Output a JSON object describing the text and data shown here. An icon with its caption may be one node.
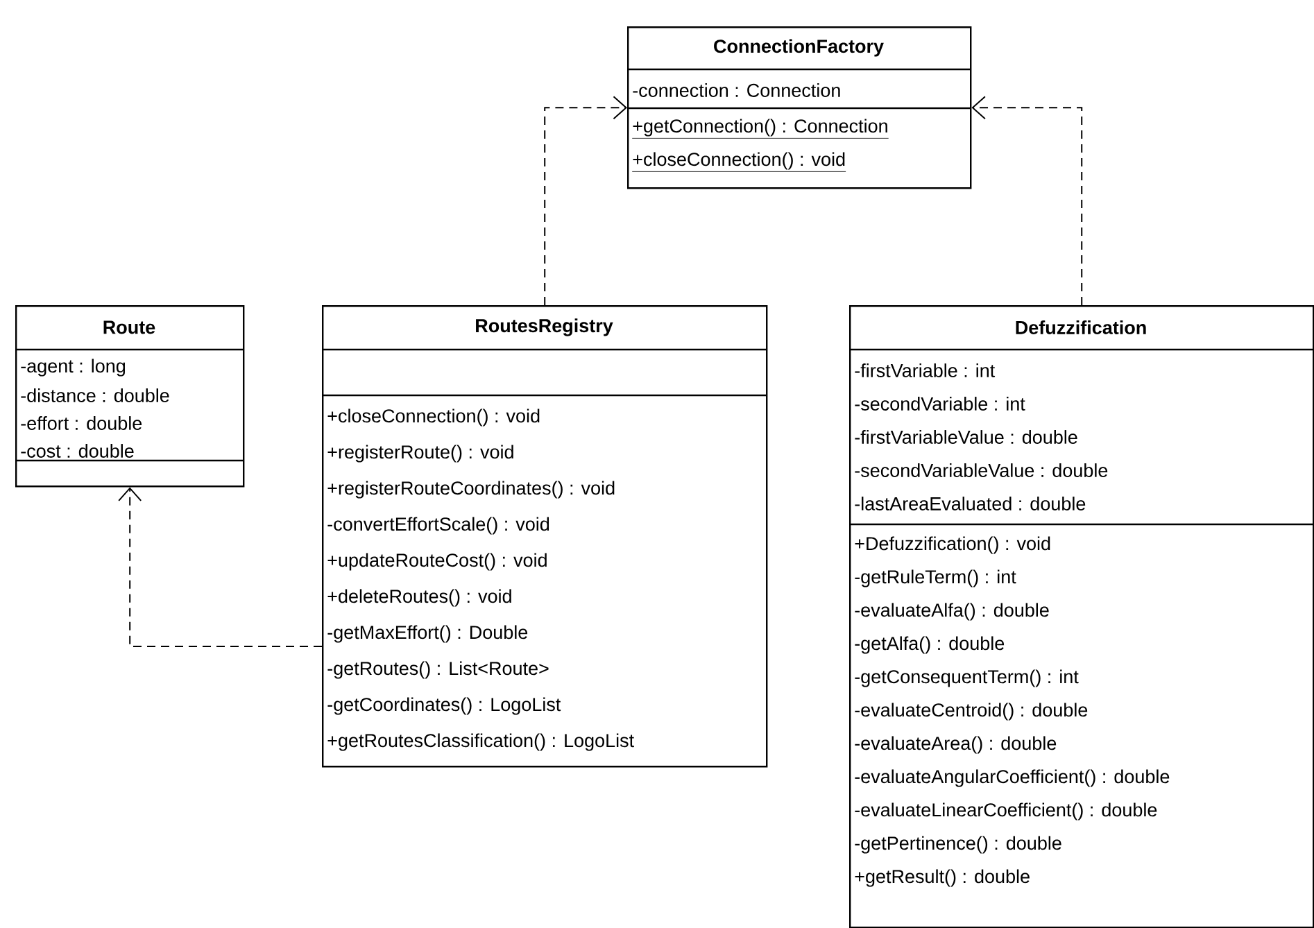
{
  "diagram": {
    "nodes": [
      {
        "text": [
          "ConnectionFactory",
          "-connection : Connection",
          "+getConnection() : Connection",
          "+closeConnection() : void"
        ]
      },
      {
        "text": [
          "Route",
          "-agent : long",
          "-distance : double",
          "-effort : double",
          "-cost : double"
        ]
      },
      {
        "text": [
          "RoutesRegistry",
          "+closeConnection() : void",
          "+registerRoute() : void",
          "+registerRouteCoordinates() : void",
          "-convertEffortScale() : void",
          "+updateRouteCost() : void",
          "+deleteRoutes() : void",
          "-getMaxEffort() : Double",
          "-getRoutes() : List<Route>",
          "-getCoordinates() : LogoList",
          "+getRoutesClassification() : LogoList"
        ]
      },
      {
        "text": [
          "Defuzzification",
          "-firstVariable : int",
          "-secondVariable : int",
          "-firstVariableValue : double",
          "-secondVariableValue : double",
          "-lastAreaEvaluated : double",
          "+Defuzzification() : void",
          "-getRuleTerm() : int",
          "-evaluateAlfa() : double",
          "-getAlfa() : double",
          "-getConsequentTerm() : int",
          "-evaluateCentroid() : double",
          "-evaluateArea() : double",
          "-evaluateAngularCoefficient() : double",
          "-evaluateLinearCoefficient() : double",
          "-getPertinence() : double",
          "+getResult() : double"
        ]
      }
    ],
    "edges": [
      {
        "from": 2,
        "to": 0,
        "arrow": "to",
        "style": "dashed"
      },
      {
        "from": 3,
        "to": 0,
        "arrow": "to",
        "style": "dashed"
      },
      {
        "from": 2,
        "to": 1,
        "arrow": "to",
        "style": "dashed"
      }
    ]
  }
}
